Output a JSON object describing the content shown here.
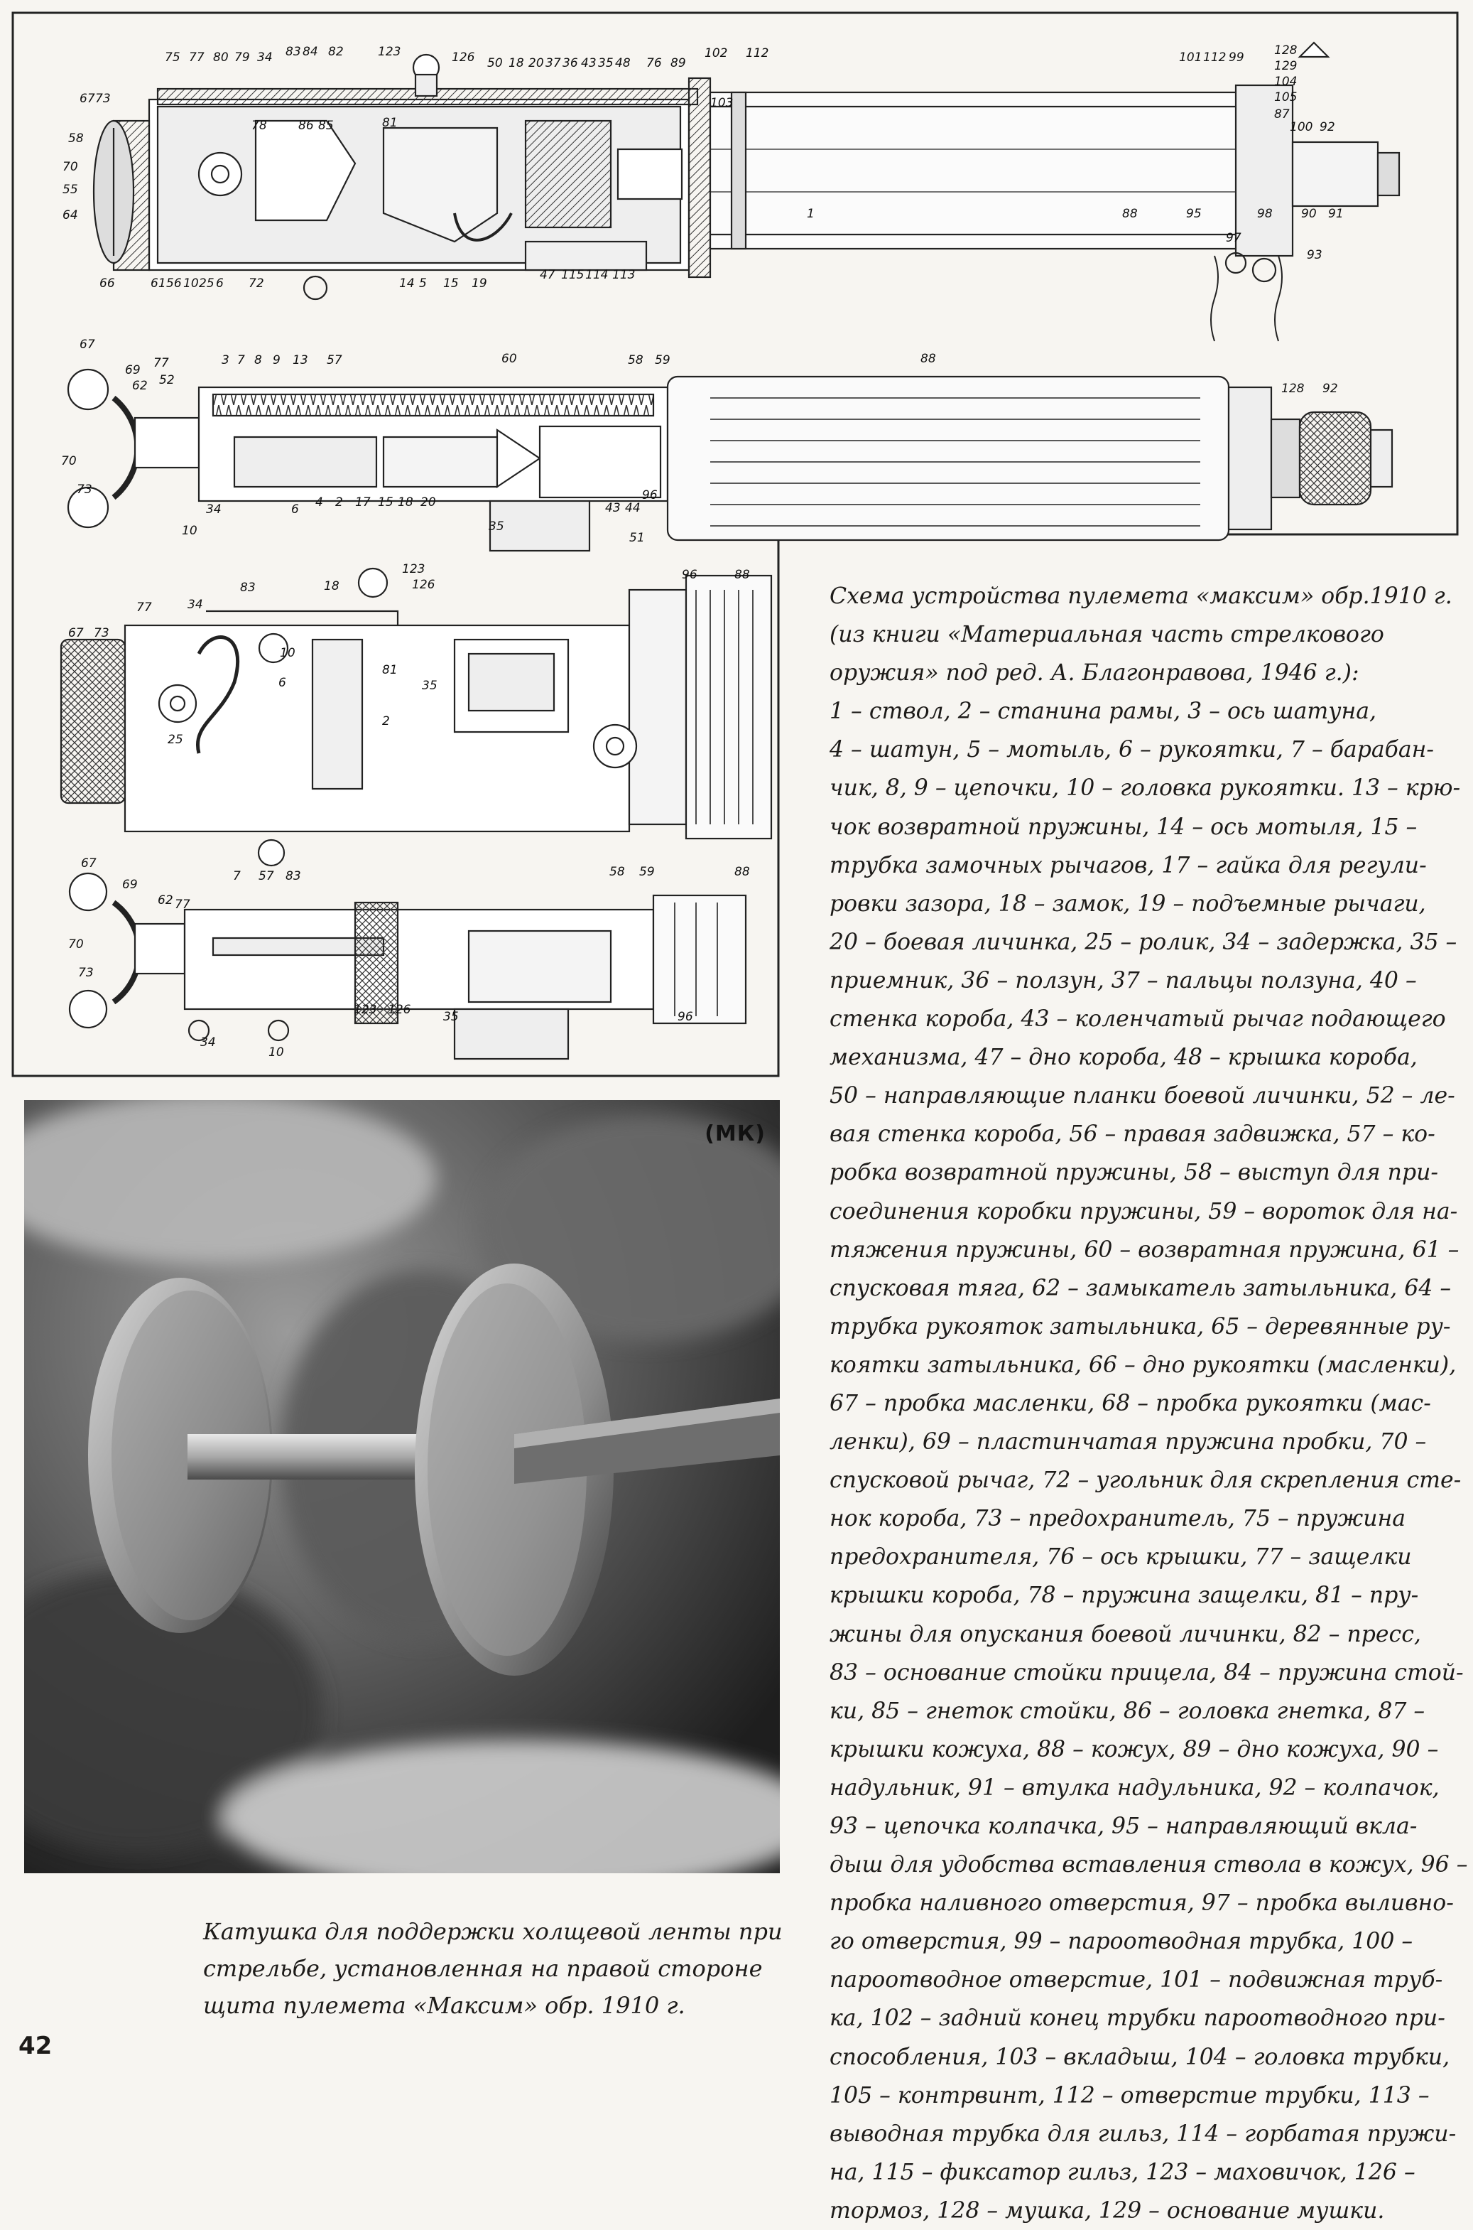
{
  "caption_lines": [
    "Схема устройства пулемета «максим» обр.1910 г.",
    "(из книги «Материальная часть стрелкового",
    "оружия» под ред. А. Благонравова, 1946 г.):",
    "1 – ствол, 2 – станина рамы, 3 – ось шатуна,",
    "4 – шатун, 5 – мотыль, 6 – рукоятки, 7 – барабан-",
    "чик, 8, 9 – цепочки, 10 – головка рукоятки. 13 – крю-",
    "чок возвратной пружины, 14 – ось мотыля, 15 –",
    "трубка замочных рычагов, 17 – гайка для регули-",
    "ровки зазора, 18 – замок, 19 – подъемные рычаги,",
    "20 – боевая личинка, 25 – ролик, 34 – задержка, 35 –",
    "приемник, 36 – ползун, 37 – пальцы ползуна, 40 –",
    "стенка короба, 43 – коленчатый рычаг подающего",
    "механизма, 47 – дно короба, 48 – крышка короба,",
    "50 – направляющие планки боевой личинки, 52 – ле-",
    "вая стенка короба, 56 – правая задвижка, 57 – ко-",
    "робка возвратной пружины, 58 – выступ для при-",
    "соединения коробки пружины, 59 – вороток для на-",
    "тяжения пружины, 60 – возвратная пружина, 61 –",
    "спусковая тяга, 62 – замыкатель затыльника, 64 –",
    "трубка рукояток затыльника, 65 – деревянные ру-",
    "коятки затыльника, 66 – дно рукоятки (масленки),",
    "67 – пробка масленки, 68 – пробка рукоятки (мас-",
    "ленки), 69 – пластинчатая пружина пробки, 70 –",
    "спусковой рычаг, 72 – угольник для скрепления сте-",
    "нок короба, 73 – предохранитель, 75 – пружина",
    "предохранителя, 76 – ось крышки, 77 – защелки",
    "крышки короба, 78 – пружина защелки, 81 – пру-",
    "жины для опускания боевой личинки, 82 – пресс,",
    "83 – основание стойки прицела, 84 – пружина стой-",
    "ки, 85 – гнеток стойки, 86 – головка гнетка, 87 –",
    "крышки кожуха, 88 – кожух, 89 – дно кожуха, 90 –",
    "надульник, 91 – втулка надульника, 92 – колпачок,",
    "93 – цепочка колпачка, 95 – направляющий вкла-",
    "дыш для удобства вставления ствола в кожух, 96 –",
    "пробка наливного отверстия, 97 – пробка выливно-",
    "го отверстия, 99 – пароотводная трубка, 100 –",
    "пароотводное отверстие, 101 – подвижная труб-",
    "ка, 102 – задний конец трубки пароотводного при-",
    "способления, 103 – вкладыш, 104 – головка трубки,",
    "105 – контрвинт, 112 – отверстие трубки, 113 –",
    "выводная трубка для гильз, 114 – горбатая пружи-",
    "на, 115 – фиксатор гильз, 123 – маховичок, 126 –",
    "тормоз, 128 – мушка, 129 – основание мушки."
  ],
  "photo_caption_lines": [
    "Катушка для поддержки холщевой ленты при",
    "стрельбе, установленная на правой стороне",
    "щита пулемета «Максим» обр. 1910 г."
  ],
  "photo_tag": "(МК)",
  "page_number": "42",
  "diagram_labels": {
    "v1": [
      "75",
      "77",
      "80",
      "79",
      "34",
      "83",
      "84",
      "82",
      "123",
      "126",
      "50",
      "18",
      "20",
      "37",
      "36",
      "43",
      "35",
      "48",
      "76",
      "89",
      "102",
      "112",
      "101",
      "112",
      "99",
      "128",
      "129",
      "104",
      "105",
      "87",
      "100",
      "92",
      "67",
      "73",
      "58",
      "70",
      "55",
      "64",
      "66",
      "61",
      "56",
      "10",
      "25",
      "6",
      "72",
      "14",
      "5",
      "15",
      "19",
      "47",
      "115",
      "114",
      "113",
      "88",
      "95",
      "97",
      "93",
      "90",
      "91",
      "98",
      "78",
      "86",
      "85",
      "81",
      "103",
      "1"
    ],
    "v2": [
      "67",
      "69",
      "62",
      "52",
      "77",
      "3",
      "7",
      "8",
      "9",
      "13",
      "57",
      "60",
      "58",
      "59",
      "88",
      "128",
      "92",
      "70",
      "73",
      "4",
      "2",
      "17",
      "15",
      "18",
      "20",
      "43",
      "44",
      "51",
      "96",
      "35",
      "34",
      "6",
      "10"
    ],
    "v3": [
      "77",
      "83",
      "18",
      "123",
      "126",
      "96",
      "88",
      "67",
      "73",
      "34",
      "10",
      "6",
      "81",
      "2",
      "25",
      "35"
    ],
    "v4": [
      "67",
      "69",
      "7",
      "57",
      "83",
      "58",
      "59",
      "88",
      "62",
      "77",
      "70",
      "73",
      "123",
      "126",
      "35",
      "96",
      "34",
      "10"
    ]
  }
}
